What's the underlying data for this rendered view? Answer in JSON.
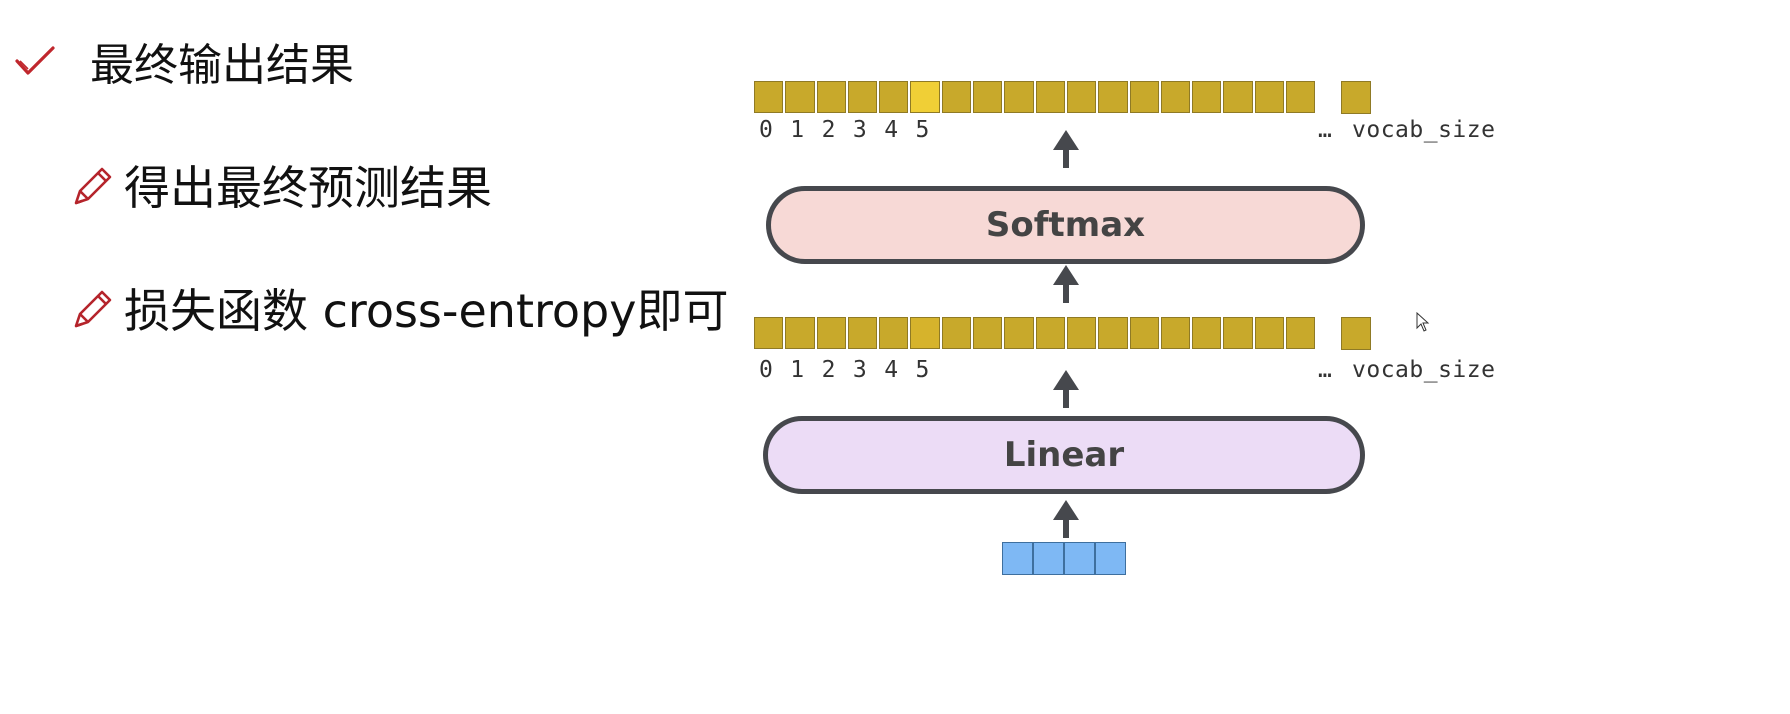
{
  "bullets": {
    "main": "最终输出结果",
    "sub1": "得出最终预测结果",
    "sub2": "损失函数 cross-entropy即可"
  },
  "diagram": {
    "top_vector": {
      "cells": 18,
      "highlight_index": 5,
      "indices": [
        "0",
        "1",
        "2",
        "3",
        "4",
        "5"
      ],
      "ellipsis": "…",
      "end_label": "vocab_size"
    },
    "softmax_label": "Softmax",
    "mid_vector": {
      "cells": 18,
      "highlight_index": 5,
      "indices": [
        "0",
        "1",
        "2",
        "3",
        "4",
        "5"
      ],
      "ellipsis": "…",
      "end_label": "vocab_size"
    },
    "linear_label": "Linear",
    "input_vector_cells": 4
  },
  "colors": {
    "check": "#c0272d",
    "pencil": "#b5242b",
    "cell": "#c8a92b",
    "cell_highlight": "#f0cf36",
    "softmax_fill": "#f7d9d6",
    "linear_fill": "#ecdcf6",
    "input_cell": "#7eb8f4"
  },
  "icons": [
    "check-icon",
    "pencil-icon",
    "up-arrow-icon",
    "mouse-cursor-icon"
  ]
}
